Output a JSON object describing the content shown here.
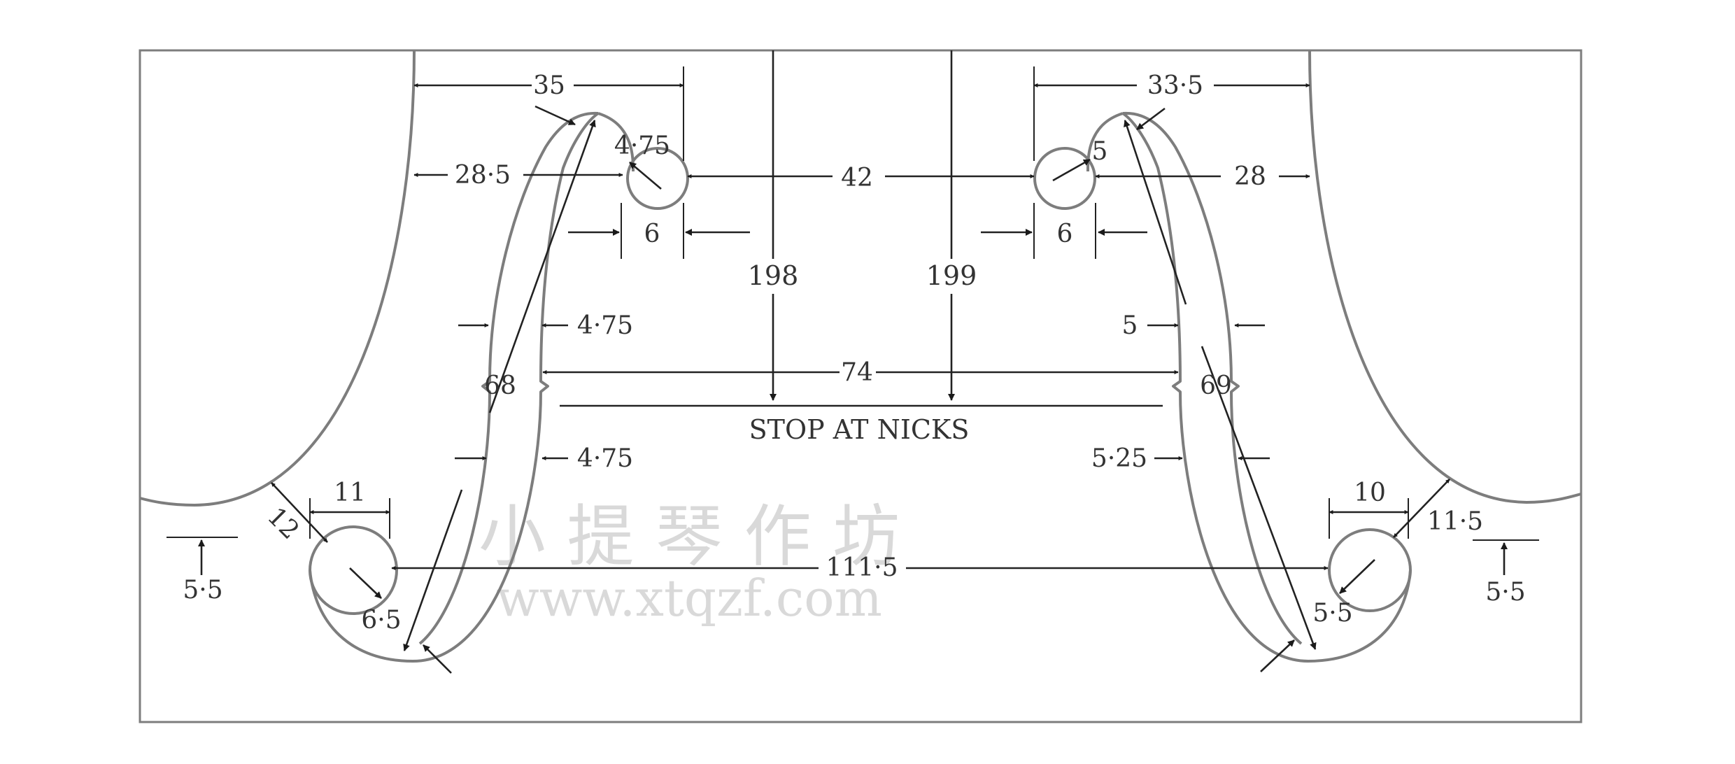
{
  "diagram": {
    "dimensions": {
      "left_top_width": "35",
      "left_eye_radius": "4·75",
      "left_to_eye": "28·5",
      "eye_spacing": "42",
      "left_eye_width": "6",
      "left_stem_top": "4·75",
      "left_length": "68",
      "left_stem_bottom": "4·75",
      "left_bottom_eye_width": "11",
      "left_edge_distance": "12",
      "left_edge_offset": "5·5",
      "left_bottom_eye_radius": "6·5",
      "stem_spacing": "74",
      "lower_eye_spacing": "111·5",
      "left_centre": "198",
      "right_centre": "199",
      "right_top_width": "33·5",
      "right_eye_radius": "5",
      "right_to_edge": "28",
      "right_eye_width": "6",
      "right_stem_top": "5",
      "right_length": "69",
      "right_stem_bottom": "5·25",
      "right_bottom_eye_width": "10",
      "right_edge_distance": "11·5",
      "right_edge_offset": "5·5",
      "right_bottom_eye_radius": "5·5"
    },
    "nicks_label": "STOP AT NICKS",
    "watermark_cn": "小 提 琴 作 坊",
    "watermark_url": "www.xtqzf.com"
  }
}
